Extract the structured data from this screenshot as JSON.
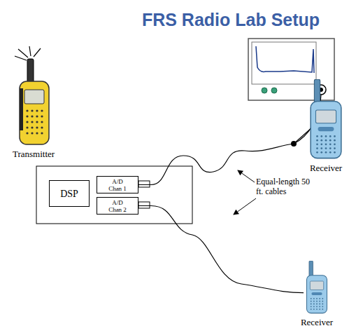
{
  "diagram": {
    "title": "FRS Radio Lab Setup",
    "nodes": [
      {
        "text": [
          "Transmitter"
        ]
      },
      {
        "text": [
          "DSP"
        ]
      },
      {
        "text": [
          "A/D Chan 1"
        ]
      },
      {
        "text": [
          "A/D Chan 2"
        ]
      },
      {
        "text": [
          "Receiver"
        ]
      },
      {
        "text": [
          "Receiver"
        ]
      }
    ],
    "edges": [
      {
        "from": 2,
        "to": 4,
        "arrow": "none"
      },
      {
        "from": 3,
        "to": 5,
        "arrow": "none"
      }
    ],
    "labels": [
      "Equal-length 50 ft. cables"
    ]
  }
}
